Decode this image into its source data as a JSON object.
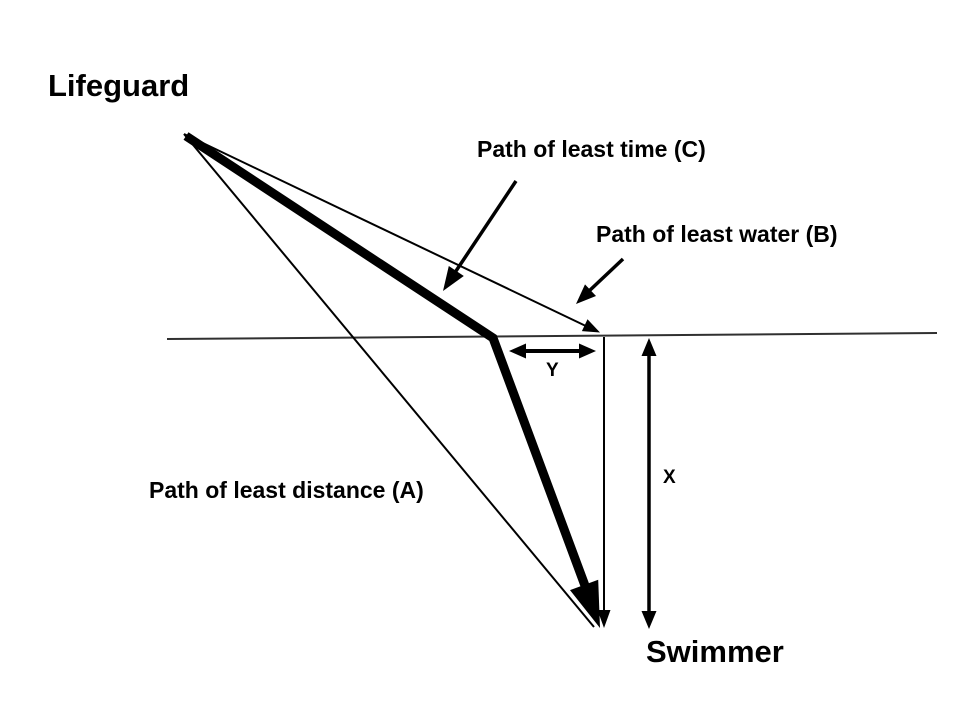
{
  "diagram": {
    "description": "Lifeguard-to-swimmer rescue path comparison diagram",
    "colors": {
      "background": "#ffffff",
      "ink": "#000000",
      "shoreline": "#303030"
    },
    "labels": {
      "lifeguard": "Lifeguard",
      "swimmer": "Swimmer",
      "path_least_time": "Path of least time (C)",
      "path_least_water": "Path of least water (B)",
      "path_least_distance": "Path of least distance (A)",
      "horizontal_offset": "Y",
      "vertical_offset": "X"
    }
  }
}
